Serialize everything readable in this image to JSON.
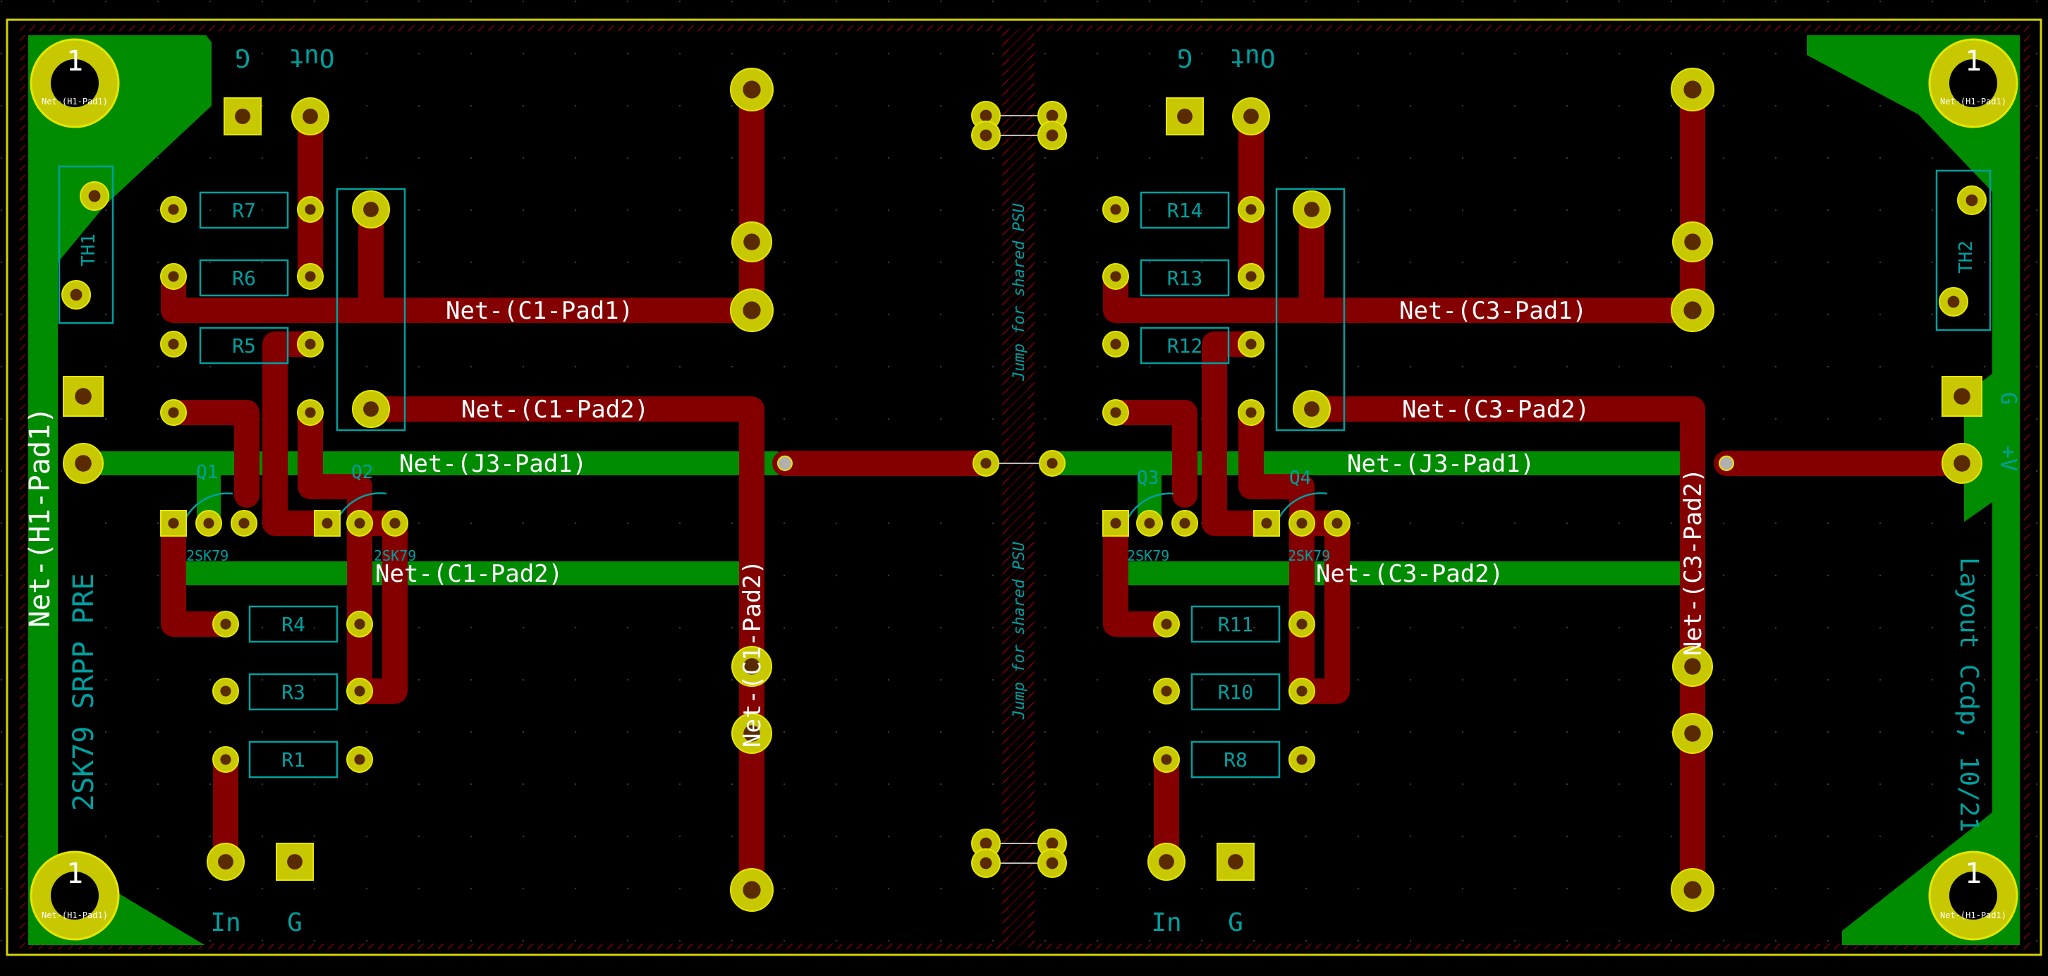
{
  "colors": {
    "background": "#000000",
    "board_edge": "#d4d400",
    "front_copper": "#840000",
    "back_copper": "#008c00",
    "pad": "#c8c800",
    "silkscreen": "#00a0a0",
    "net_label": "#ffffff",
    "hatch": "#6e0000"
  },
  "silk": {
    "title_side": "2SK79 SRPP PRE",
    "title_rot": "Layout Ccdp, 10/21",
    "jump_label_top": "Jump for shared PSU",
    "jump_label_bottom": "Jump for shared PSU",
    "out_left": "Out",
    "g_out_left": "G",
    "out_right": "Out",
    "g_out_right": "G",
    "in_left": "In",
    "g_in_left": "G",
    "in_right": "In",
    "g_in_right": "G",
    "plus_v": "+V",
    "g_right": "G",
    "th1": "TH1",
    "th2": "TH2",
    "q1": "Q1",
    "q2": "Q2",
    "q3": "Q3",
    "q4": "Q4",
    "q1_type": "2SK79",
    "q2_type": "2SK79",
    "q3_type": "2SK79",
    "q4_type": "2SK79"
  },
  "resistors": {
    "r7": "R7",
    "r6": "R6",
    "r5": "R5",
    "r4": "R4",
    "r3": "R3",
    "r1": "R1",
    "r14": "R14",
    "r13": "R13",
    "r12": "R12",
    "r11": "R11",
    "r10": "R10",
    "r8": "R8"
  },
  "holes": {
    "h1": "1",
    "h2": "1",
    "h3": "1",
    "h4": "1",
    "h1_net": "Net-(H1-Pad1)",
    "h2_net": "Net-(H1-Pad1)",
    "h3_net": "Net-(H1-Pad1)",
    "h4_net": "Net-(H1-Pad1)"
  },
  "nets": {
    "c1_pad1": "Net-(C1-Pad1)",
    "c1_pad2_top": "Net-(C1-Pad2)",
    "c1_pad2_bottom": "Net-(C1-Pad2)",
    "c1_pad2_vertical": "Net-(C1-Pad2)",
    "j3_left": "Net-(J3-Pad1)",
    "c3_pad1": "Net-(C3-Pad1)",
    "c3_pad2_top": "Net-(C3-Pad2)",
    "c3_pad2_bottom": "Net-(C3-Pad2)",
    "c3_pad2_vertical": "Net-(C3-Pad2)",
    "j3_right": "Net-(J3-Pad1)",
    "h1_pad1": "Net-(H1-Pad1)"
  }
}
